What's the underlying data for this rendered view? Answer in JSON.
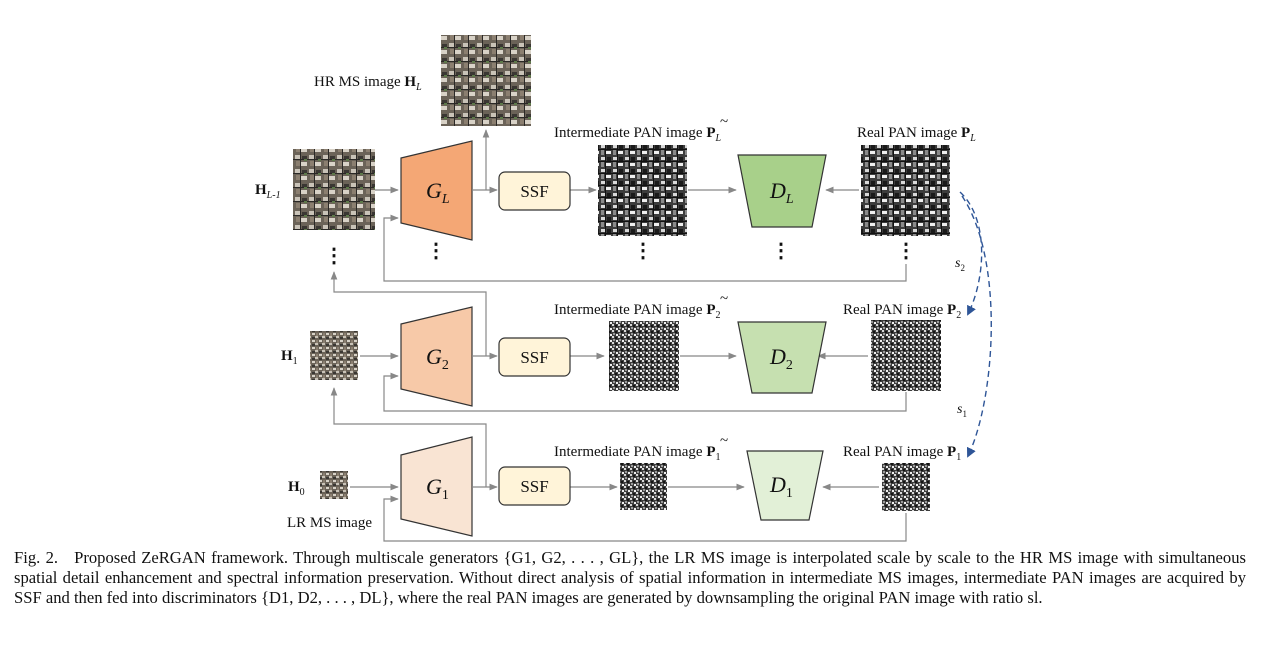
{
  "diagram": {
    "hr_ms_label": "HR MS image",
    "hr_ms_symbol": "H",
    "hr_ms_sub": "L",
    "input_labels": [
      {
        "sym": "H",
        "sub": "L-1"
      },
      {
        "sym": "H",
        "sub": "1"
      },
      {
        "sym": "H",
        "sub": "0"
      }
    ],
    "lr_ms_label": "LR MS image",
    "generators": [
      {
        "sym": "G",
        "sub": "L"
      },
      {
        "sym": "G",
        "sub": "2"
      },
      {
        "sym": "G",
        "sub": "1"
      }
    ],
    "ssf_label": "SSF",
    "intermediate_pan_label": "Intermediate PAN image",
    "intermediate_pan_subs": [
      "L",
      "2",
      "1"
    ],
    "discriminators": [
      {
        "sym": "D",
        "sub": "L"
      },
      {
        "sym": "D",
        "sub": "2"
      },
      {
        "sym": "D",
        "sub": "1"
      }
    ],
    "real_pan_label": "Real PAN image",
    "real_pan_subs": [
      "L",
      "2",
      "1"
    ],
    "pan_symbol": "P",
    "scale_labels": [
      {
        "sym": "s",
        "sub": "2"
      },
      {
        "sym": "s",
        "sub": "1"
      }
    ],
    "ellipsis": "⋮",
    "colors": {
      "gen_L": "#f4a775",
      "gen_2": "#f7c9a8",
      "gen_1": "#f9e4d3",
      "disc_L": "#a8d08a",
      "disc_2": "#c6e0b0",
      "disc_1": "#e2f0d7",
      "ssf_fill": "#fff4d9",
      "arrow": "#888888",
      "scale_arrow": "#2e5597"
    }
  },
  "caption": {
    "fig_label": "Fig. 2.",
    "text": "Proposed ZeRGAN framework. Through multiscale generators {G1, G2, . . . , GL}, the LR MS image is interpolated scale by scale to the HR MS image with simultaneous spatial detail enhancement and spectral information preservation. Without direct analysis of spatial information in intermediate MS images, intermediate PAN images are acquired by SSF and then fed into discriminators {D1, D2, . . . , DL}, where the real PAN images are generated by downsampling the original PAN image with ratio sl."
  }
}
